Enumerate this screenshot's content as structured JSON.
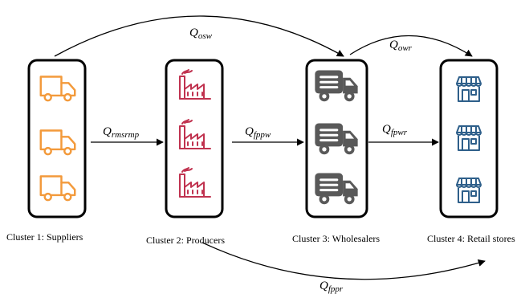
{
  "clusters": [
    {
      "caption": "Cluster 1: Suppliers",
      "icon": "delivery-truck-outline-icon",
      "count": 3,
      "color": "#f39a3b"
    },
    {
      "caption": "Cluster 2: Producers",
      "icon": "factory-icon",
      "count": 3,
      "color": "#c0324f"
    },
    {
      "caption": "Cluster 3:  Wholesalers",
      "icon": "delivery-truck-filled-icon",
      "count": 3,
      "color": "#595959"
    },
    {
      "caption": "Cluster 4: Retail  stores",
      "icon": "storefront-icon",
      "count": 3,
      "color": "#2e5f8a"
    }
  ],
  "flows": {
    "q_osw": {
      "main": "Q",
      "sub": "osw"
    },
    "q_owr": {
      "main": "Q",
      "sub": "owr"
    },
    "q_rmsrmp": {
      "main": "Q",
      "sub": "rmsrmp"
    },
    "q_fppw": {
      "main": "Q",
      "sub": "fppw"
    },
    "q_fpwr": {
      "main": "Q",
      "sub": "fpwr"
    },
    "q_fppr": {
      "main": "Q",
      "sub": "fppr"
    }
  }
}
